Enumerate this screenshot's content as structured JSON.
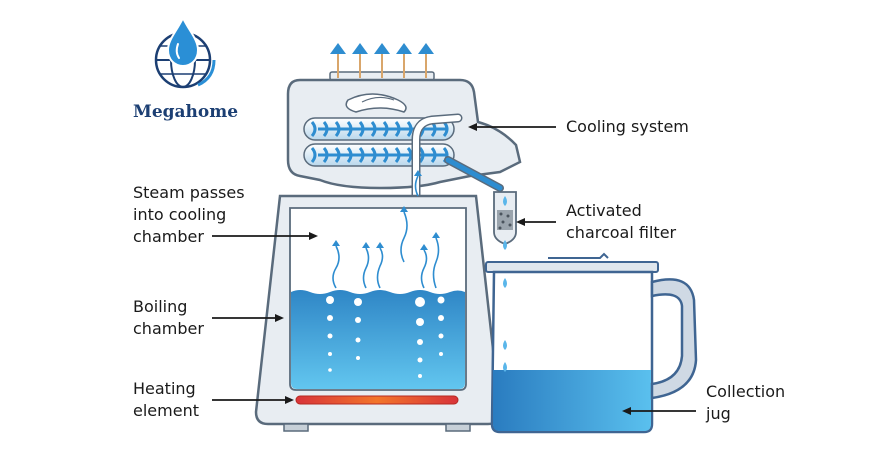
{
  "brand": {
    "name": "Megahome",
    "logo_icon": "globe-water-drop-icon",
    "color": "#1c3f73"
  },
  "labels": {
    "cooling": "Cooling system",
    "steam_line1": "Steam passes",
    "steam_line2": "into cooling",
    "steam_line3": "chamber",
    "charcoal_line1": "Activated",
    "charcoal_line2": "charcoal filter",
    "boiling_line1": "Boiling",
    "boiling_line2": "chamber",
    "heating_line1": "Heating",
    "heating_line2": "element",
    "jug_line1": "Collection",
    "jug_line2": "jug"
  },
  "colors": {
    "water_top": "#2f86c6",
    "water_bottom": "#62c6ef",
    "body_fill": "#e8edf2",
    "outline": "#5a6b7c",
    "jug_outline": "#3f6592",
    "heater": "#e2452c",
    "steam_arrow": "#2e8dd0",
    "vent_stem": "#d9a66b"
  }
}
